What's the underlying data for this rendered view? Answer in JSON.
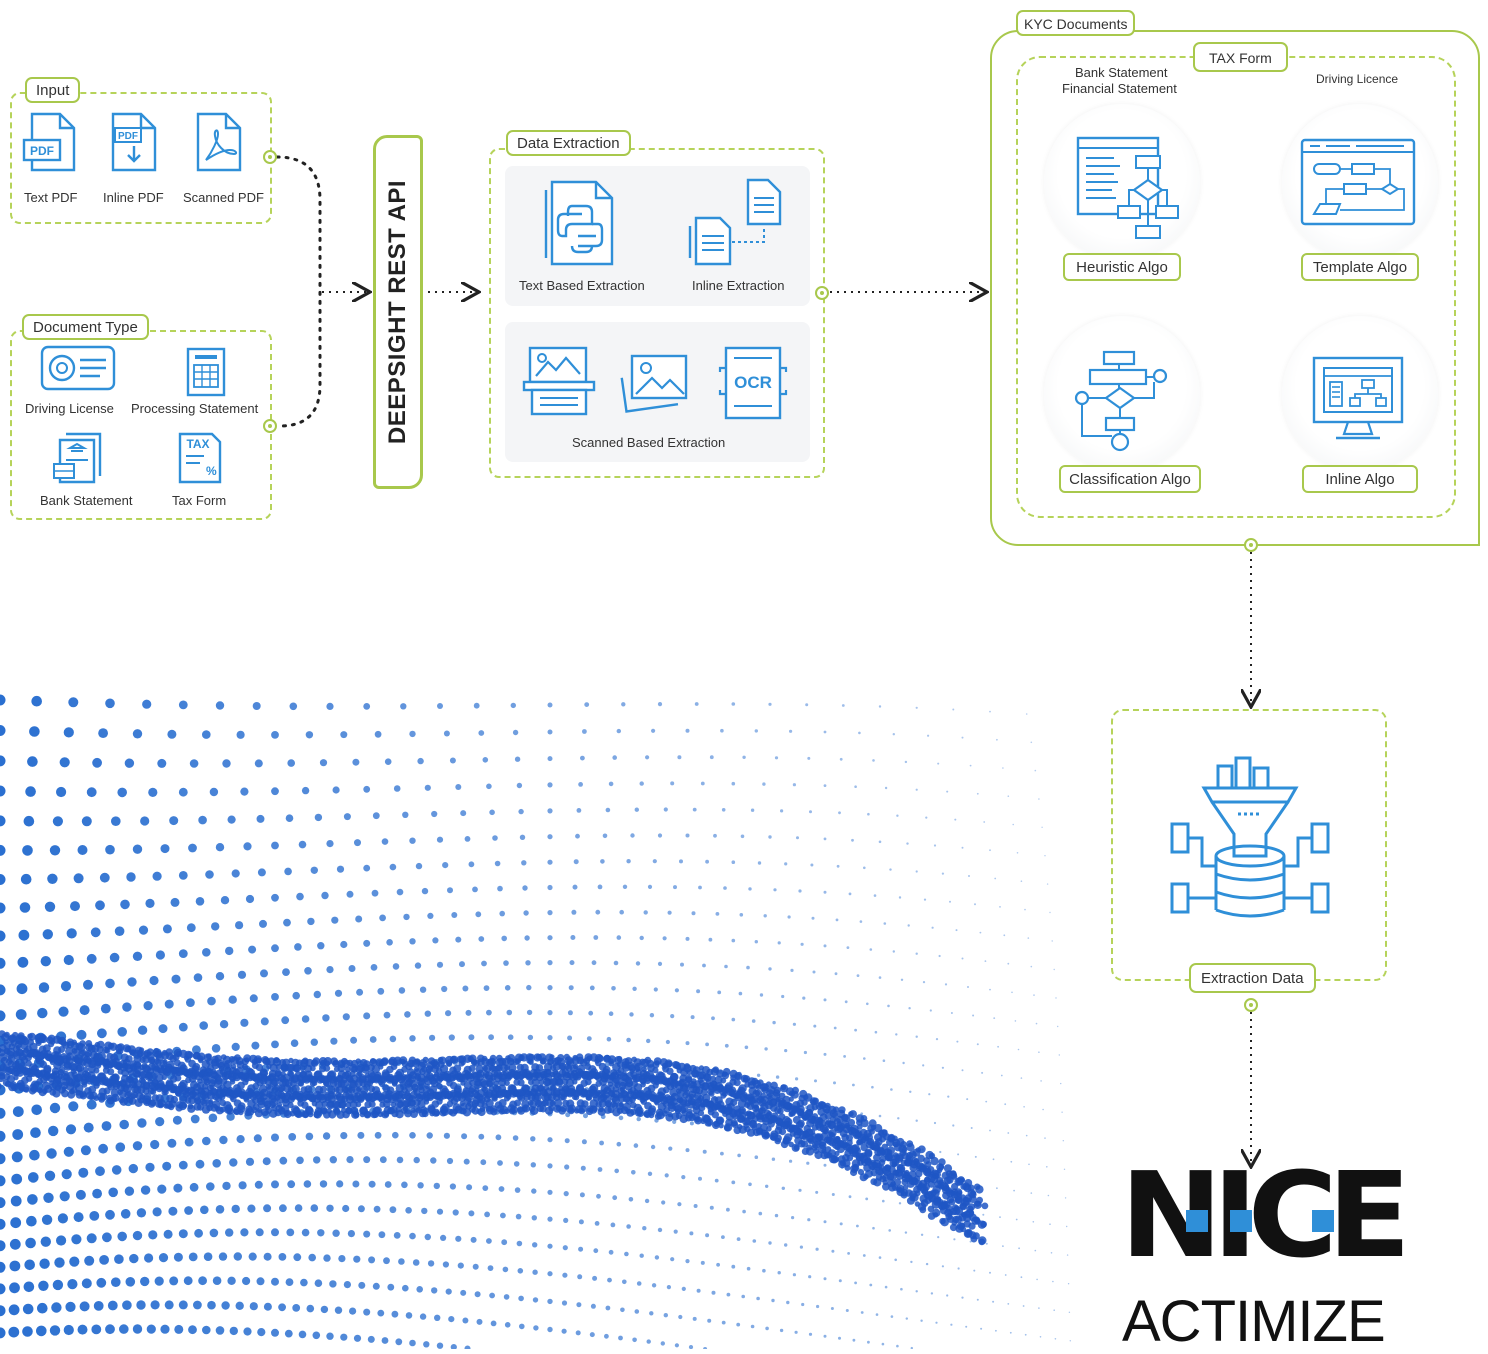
{
  "input": {
    "title": "Input",
    "items": [
      "Text PDF",
      "Inline PDF",
      "Scanned PDF"
    ],
    "icon_labels": {
      "pdf": "PDF",
      "pdf_small": "PDF"
    }
  },
  "document_type": {
    "title": "Document Type",
    "items": [
      "Driving License",
      "Processing Statement",
      "Bank Statement",
      "Tax Form"
    ],
    "tax_icon_text": "TAX",
    "tax_percent": "%"
  },
  "api": {
    "label": "DEEPSIGHT REST API"
  },
  "data_extraction": {
    "title": "Data Extraction",
    "text_based": "Text Based Extraction",
    "inline": "Inline Extraction",
    "scanned_based": "Scanned Based Extraction",
    "ocr_text": "OCR"
  },
  "kyc": {
    "title": "KYC Documents",
    "tax_form": "TAX Form",
    "bank_statement_line1": "Bank Statement",
    "bank_statement_line2": "Financial Statement",
    "driving_licence": "Driving Licence",
    "algos": [
      "Heuristic Algo",
      "Template Algo",
      "Classification Algo",
      "Inline Algo"
    ]
  },
  "extraction_data": {
    "label": "Extraction Data"
  },
  "logo": {
    "line1": "NICE",
    "line2": "ACTIMIZE"
  },
  "colors": {
    "accent_green": "#a8c84c",
    "icon_blue": "#2f8fd8",
    "dot_blue": "#2a6fd0",
    "logo_dark": "#111111",
    "logo_blue": "#2f8fd8"
  }
}
